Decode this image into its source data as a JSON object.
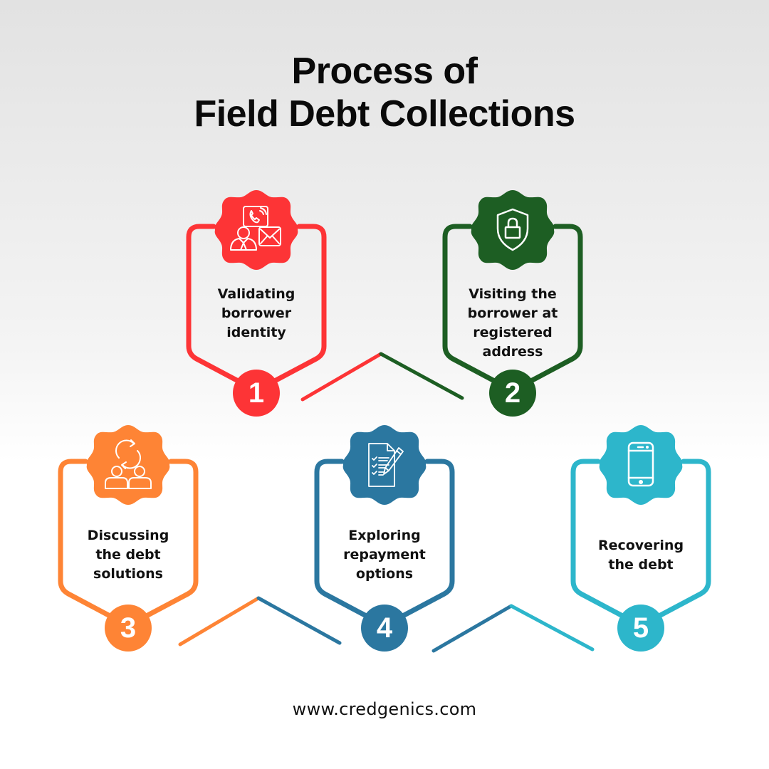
{
  "title": {
    "line1": "Process of",
    "line2": "Field Debt Collections"
  },
  "steps": [
    {
      "number": "1",
      "label": "Validating borrower identity",
      "lines": [
        "Validating",
        "borrower",
        "identity"
      ],
      "icon": "contact-phone-mail-icon",
      "color": "#fd3436"
    },
    {
      "number": "2",
      "label": "Visiting the borrower at registered address",
      "lines": [
        "Visiting the",
        "borrower at",
        "registered",
        "address"
      ],
      "icon": "shield-lock-icon",
      "color": "#1d5e23"
    },
    {
      "number": "3",
      "label": "Discussing the debt solutions",
      "lines": [
        "Discussing",
        "the debt",
        "solutions"
      ],
      "icon": "people-exchange-icon",
      "color": "#fe8435"
    },
    {
      "number": "4",
      "label": "Exploring repayment options",
      "lines": [
        "Exploring",
        "repayment",
        "options"
      ],
      "icon": "checklist-pen-icon",
      "color": "#2b77a0"
    },
    {
      "number": "5",
      "label": "Recovering the debt",
      "lines": [
        "Recovering",
        "the debt"
      ],
      "icon": "smartphone-icon",
      "color": "#2db6cb"
    }
  ],
  "footer": {
    "url": "www.credgenics.com"
  }
}
